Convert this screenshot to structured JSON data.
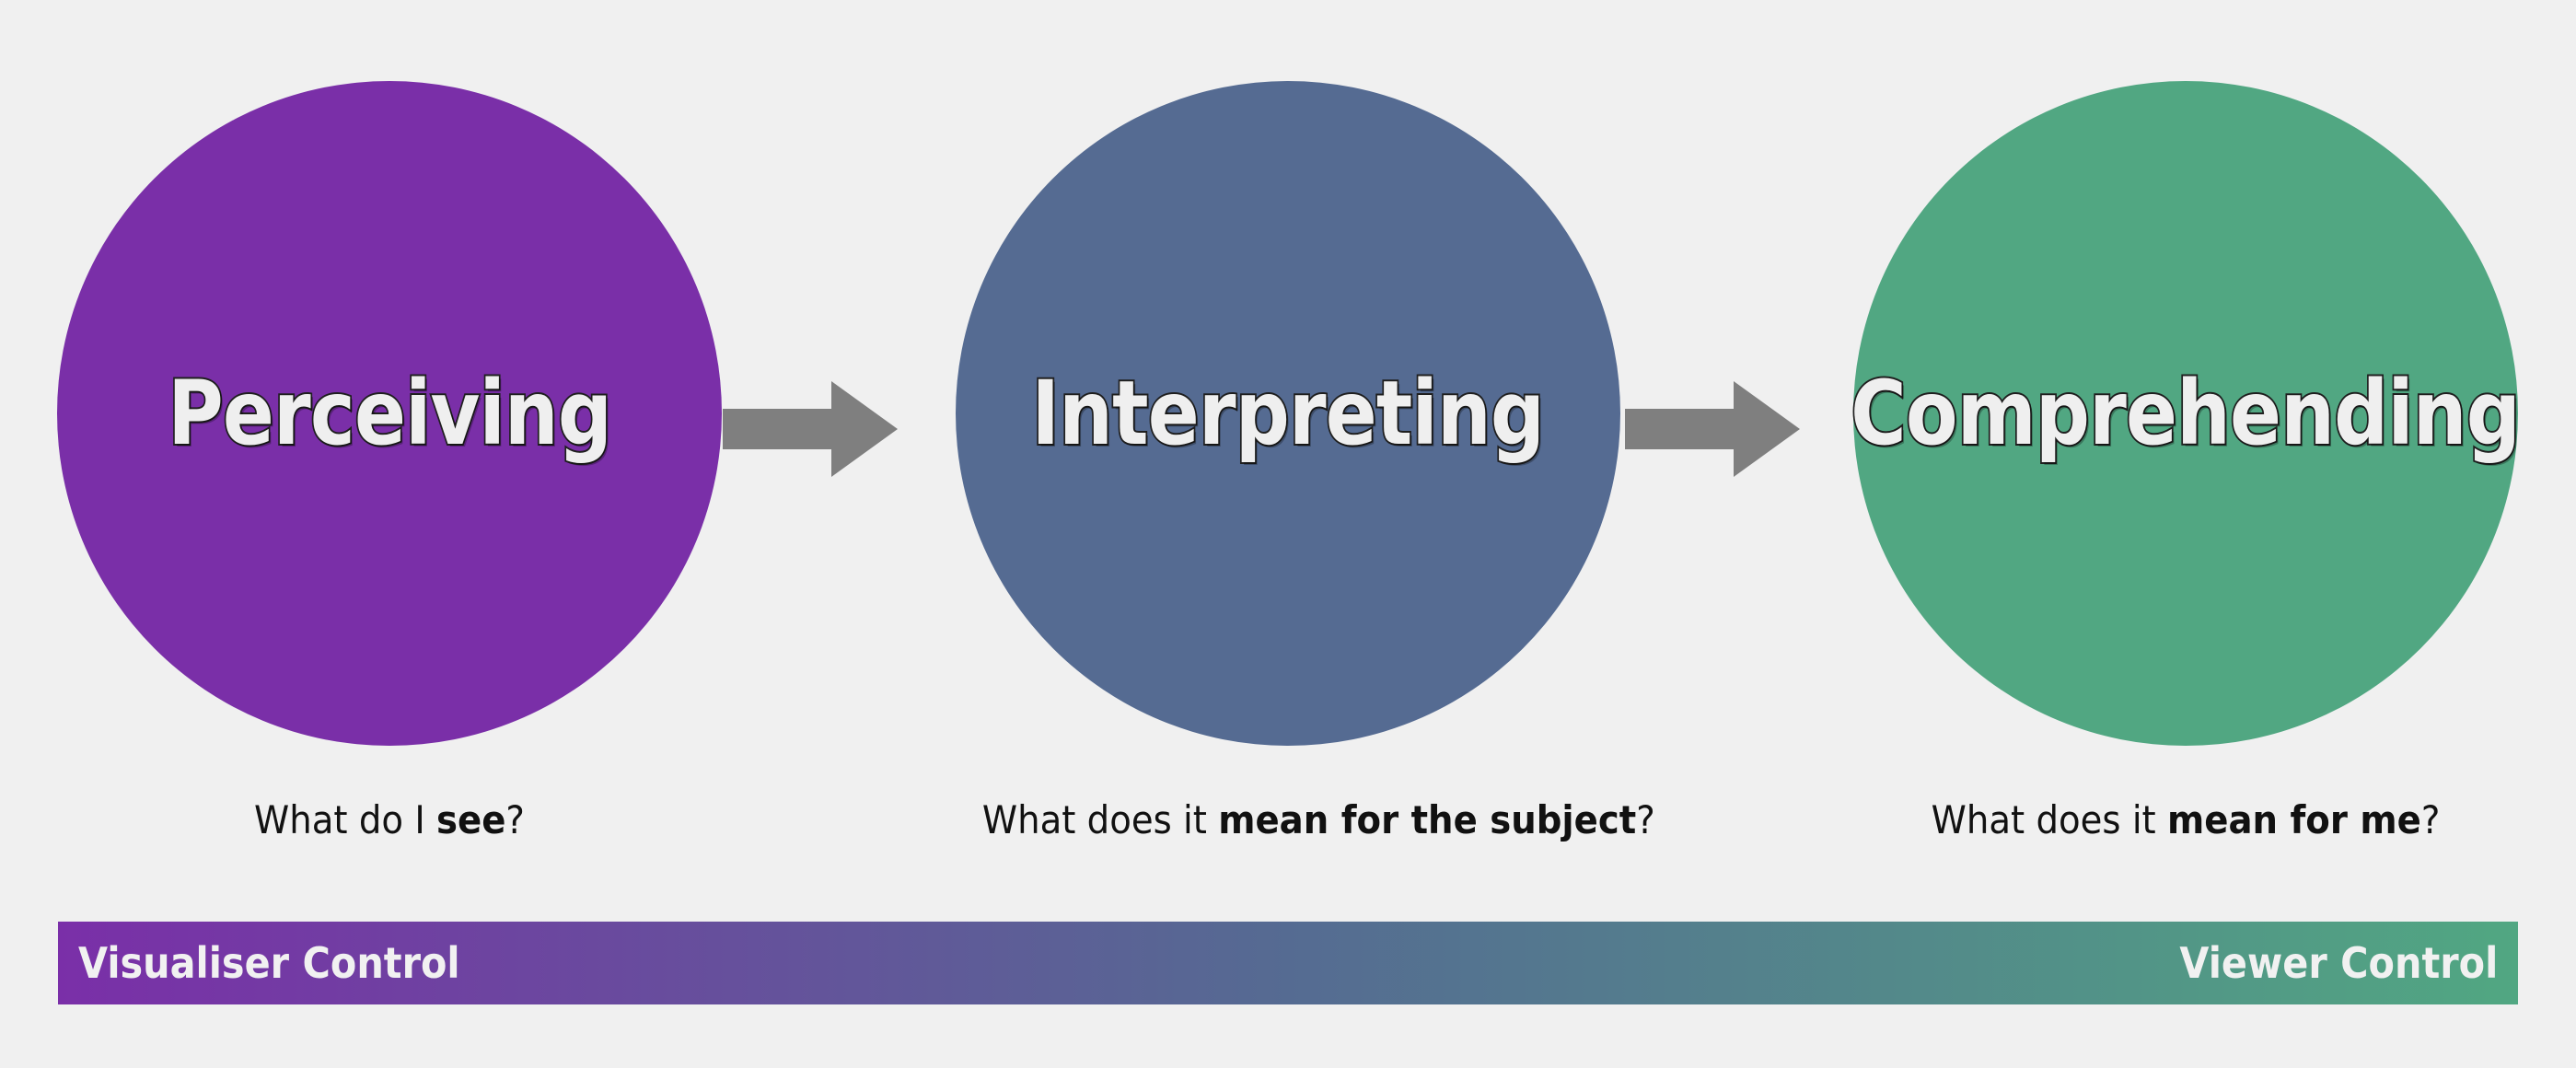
{
  "background_color": "#f0f0f0",
  "diagram": {
    "title": "Perceiving - Interpreting - Comprehending continuum",
    "stages": [
      {
        "id": "perceiving",
        "label": "Perceiving",
        "color": "#7a2fa8",
        "caption_prefix": "What do I ",
        "caption_emphasis": "see",
        "caption_suffix": "?"
      },
      {
        "id": "interpreting",
        "label": "Interpreting",
        "color": "#556b92",
        "caption_prefix": "What does it ",
        "caption_emphasis": "mean for the subject",
        "caption_suffix": "?"
      },
      {
        "id": "comprehending",
        "label": "Comprehending",
        "color": "#51a782",
        "caption_prefix": "What does it ",
        "caption_emphasis": "mean for me",
        "caption_suffix": "?"
      }
    ],
    "arrows": [
      {
        "id": "arrow-perceiving-to-interpreting",
        "icon": "right-arrow-icon",
        "color": "#7f7f7f"
      },
      {
        "id": "arrow-interpreting-to-comprehending",
        "icon": "right-arrow-icon",
        "color": "#7f7f7f"
      }
    ],
    "control_bar": {
      "left_label": "Visualiser Control",
      "right_label": "Viewer Control",
      "gradient_start": "#7a2fa8",
      "gradient_mid": "#556b92",
      "gradient_end": "#51a782",
      "text_color": "#f1f1f1"
    }
  }
}
